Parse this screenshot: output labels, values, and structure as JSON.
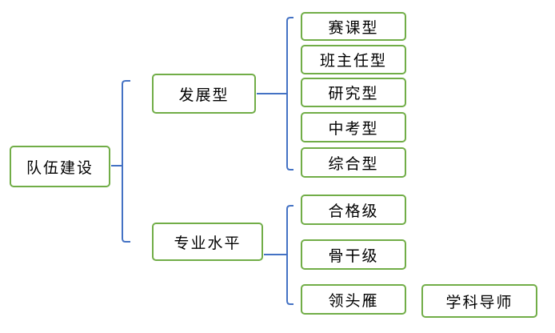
{
  "colors": {
    "node_border": "#71ad47",
    "connector": "#4472c4",
    "text": "#000000",
    "background": "#ffffff"
  },
  "diagram": {
    "root": {
      "label": "队伍建设"
    },
    "branches": [
      {
        "label": "发展型",
        "children": [
          {
            "label": "赛课型"
          },
          {
            "label": "班主任型"
          },
          {
            "label": "研究型"
          },
          {
            "label": "中考型"
          },
          {
            "label": "综合型"
          }
        ]
      },
      {
        "label": "专业水平",
        "children": [
          {
            "label": "合格级"
          },
          {
            "label": "骨干级"
          },
          {
            "label": "领头雁",
            "extra": "学科导师"
          }
        ]
      }
    ]
  }
}
